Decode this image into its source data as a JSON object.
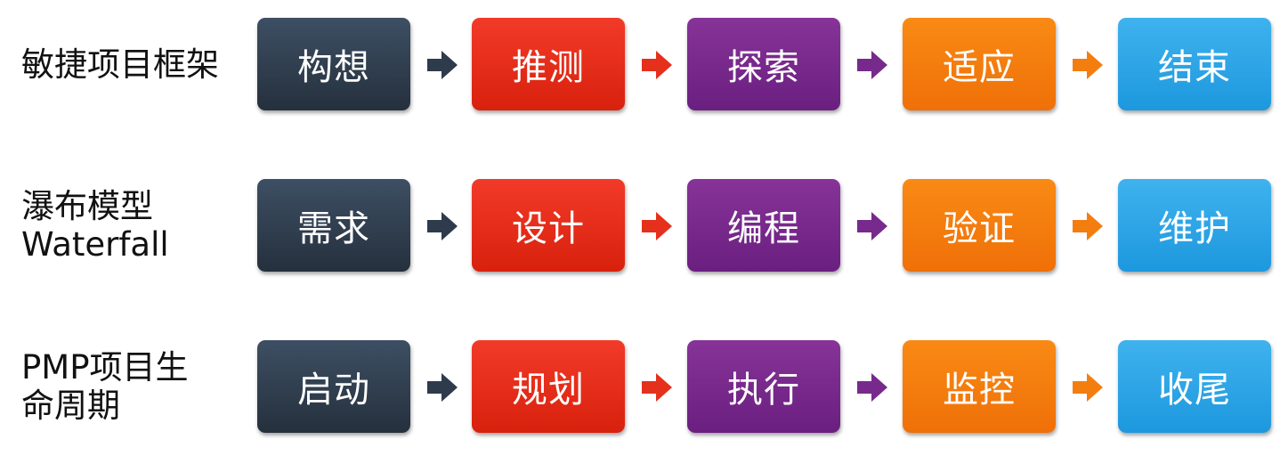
{
  "steps_colors": {
    "c0_top": "#3d4f63",
    "c0_bottom": "#25303d",
    "c1_top": "#f23a28",
    "c1_bottom": "#d8210d",
    "c2_top": "#873398",
    "c2_bottom": "#6a1f80",
    "c3_top": "#f98a14",
    "c3_bottom": "#ef7008",
    "c4_top": "#3fb2ee",
    "c4_bottom": "#1d98de",
    "arrow_0": "#2e3b4c",
    "arrow_1": "#e5301c",
    "arrow_2": "#772a8c",
    "arrow_3": "#f47d10"
  },
  "rows": [
    {
      "label": "敏捷项目框架",
      "steps": [
        "构想",
        "推测",
        "探索",
        "适应",
        "结束"
      ]
    },
    {
      "label": "瀑布模型\nWaterfall",
      "steps": [
        "需求",
        "设计",
        "编程",
        "验证",
        "维护"
      ]
    },
    {
      "label": "PMP项目生\n命周期",
      "steps": [
        "启动",
        "规划",
        "执行",
        "监控",
        "收尾"
      ]
    }
  ]
}
